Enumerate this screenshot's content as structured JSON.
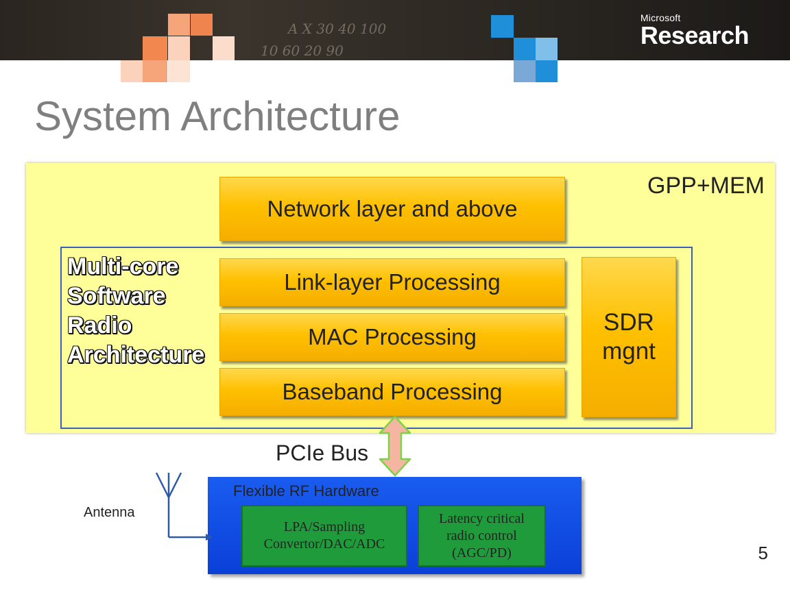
{
  "slide": {
    "title": "System Architecture",
    "page_number": "5"
  },
  "logo": {
    "small": "Microsoft",
    "big": "Research"
  },
  "banner": {
    "scribbles": [
      "A X 30 40 100",
      "10  60 20 90"
    ]
  },
  "gpp": {
    "label": "GPP+MEM"
  },
  "multicore": {
    "label": [
      "Multi-core",
      "Software",
      "Radio",
      "Architecture"
    ]
  },
  "layers": {
    "network": "Network layer and above",
    "link": "Link-layer Processing",
    "mac": "MAC Processing",
    "baseband": "Baseband Processing",
    "sdr": [
      "SDR",
      "mgnt"
    ]
  },
  "bus": {
    "label": "PCIe Bus"
  },
  "rf": {
    "label": "Flexible RF Hardware",
    "lpa": [
      "LPA/Sampling",
      "Convertor/DAC/ADC"
    ],
    "latency": [
      "Latency critical",
      "radio control",
      "(AGC/PD)"
    ]
  },
  "antenna": {
    "label": "Antenna"
  },
  "colors": {
    "gpp_fill": "#ffff99",
    "layer_fill": "#ffc000",
    "rf_fill": "#0a40d8",
    "rf_block_fill": "#1f9b3c",
    "bus_arrow_fill": "#f4b6a0",
    "bus_arrow_stroke": "#7dd24a"
  }
}
